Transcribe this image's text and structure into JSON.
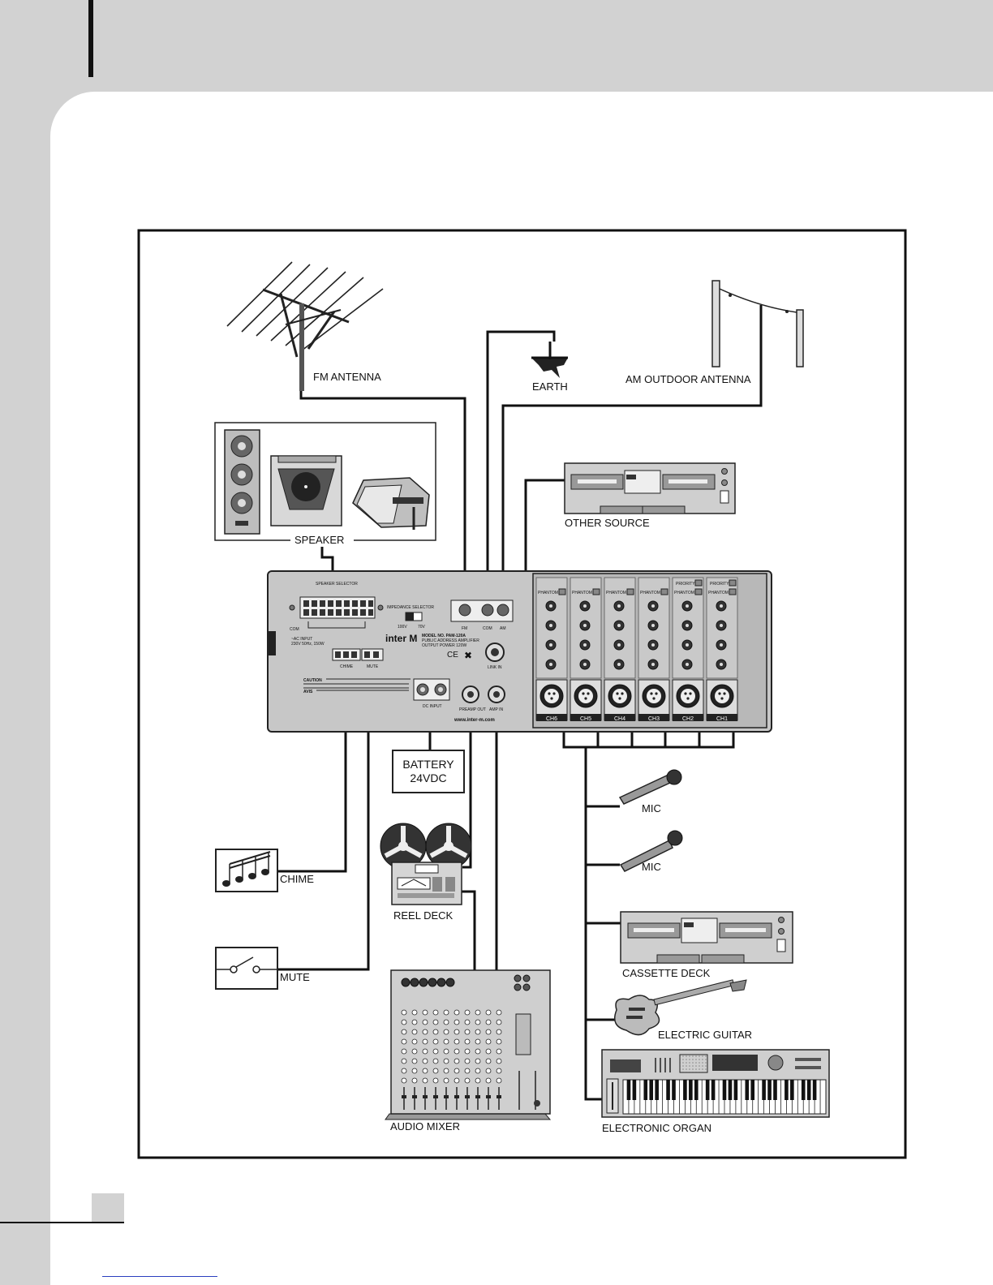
{
  "labels": {
    "fm_antenna": "FM ANTENNA",
    "earth": "EARTH",
    "am_outdoor_antenna": "AM OUTDOOR ANTENNA",
    "speaker": "SPEAKER",
    "other_source": "OTHER SOURCE",
    "battery_line1": "BATTERY",
    "battery_line2": "24VDC",
    "mic_1": "MIC",
    "mic_2": "MIC",
    "chime": "CHIME",
    "reel_deck": "REEL DECK",
    "cassette_deck": "CASSETTE DECK",
    "mute": "MUTE",
    "electric_guitar": "ELECTRIC GUITAR",
    "audio_mixer": "AUDIO MIXER",
    "electronic_organ": "ELECTRONIC ORGAN"
  },
  "amplifier": {
    "brand": "inter M",
    "model": "MODEL NO. PAM-120A",
    "subtitle": "PUBLIC ADDRESS AMPLIFIER",
    "output_power": "OUTPUT POWER 120W",
    "speaker_selector": "SPEAKER SELECTOR",
    "impedance_selector": "IMPEDANCE SELECTOR",
    "imp_100v": "100V",
    "imp_70v": "70V",
    "fm": "FM",
    "com": "COM",
    "am": "AM",
    "link_in": "LINK IN",
    "ac_input": "~AC INPUT",
    "ac_spec": "230V 50Hz, 150W",
    "chime": "CHIME",
    "mute": "MUTE",
    "dc_input": "DC INPUT",
    "preamp_out": "PREAMP OUT",
    "amp_in": "AMP IN",
    "website": "www.inter-m.com",
    "phantom": "PHANTOM",
    "priority": "PRIORITY",
    "ce": "CE",
    "caution": "CAUTION",
    "avis": "AVIS",
    "com_terminal": "COM",
    "channels": [
      "CH6",
      "CH5",
      "CH4",
      "CH3",
      "CH2",
      "CH1"
    ]
  }
}
